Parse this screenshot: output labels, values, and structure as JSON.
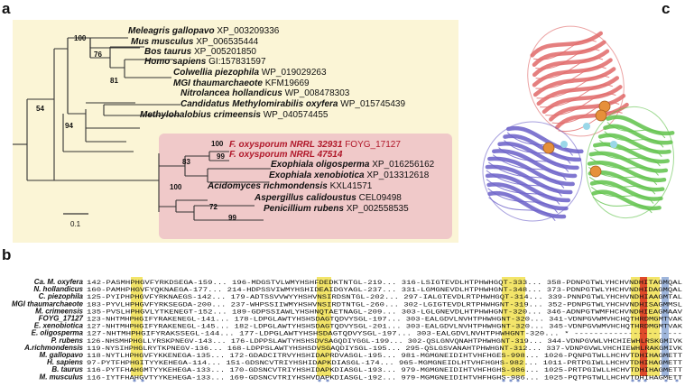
{
  "panels": {
    "a": "a",
    "b": "b",
    "c": "c"
  },
  "tree": {
    "scale_label": "0.1",
    "taxa": [
      {
        "species": "Meleagris gallopavo",
        "acc": "XP_003209336",
        "highlight": false
      },
      {
        "species": "Mus musculus",
        "acc": "XP_006535444",
        "highlight": false
      },
      {
        "species": "Bos taurus",
        "acc": "XP_005201850",
        "highlight": false
      },
      {
        "species": "Homo sapiens",
        "acc": "GI:157831597",
        "highlight": false
      },
      {
        "species": "Colwellia piezophila",
        "acc": "WP_019029263",
        "highlight": false
      },
      {
        "species": "MGI thaumarchaeote",
        "acc": "KFM19669",
        "highlight": false
      },
      {
        "species": "Nitrolancea hollandicus",
        "acc": "WP_008478303",
        "highlight": false
      },
      {
        "species": "Candidatus Methylomirabilis oxyfera",
        "acc": "WP_015745439",
        "highlight": false
      },
      {
        "species": "Methylohalobius crimeensis",
        "acc": "WP_040574455",
        "highlight": false
      },
      {
        "species": "F. oxysporum NRRL 32931",
        "acc": "FOYG_17127",
        "highlight": true
      },
      {
        "species": "F. oxysporum NRRL 47514",
        "acc": "",
        "highlight": true
      },
      {
        "species": "Exophiala oligosperma",
        "acc": "XP_016256162",
        "highlight": false
      },
      {
        "species": "Exophiala xenobiotica",
        "acc": "XP_013312618",
        "highlight": false
      },
      {
        "species": "Acidomyces richmondensis",
        "acc": "KXL41571",
        "highlight": false
      },
      {
        "species": "Aspergillus calidoustus",
        "acc": "CEL09498",
        "highlight": false
      },
      {
        "species": "Penicillium rubens",
        "acc": "XP_002558535",
        "highlight": false
      }
    ],
    "bootstrap": [
      "100",
      "76",
      "81",
      "94",
      "54",
      "100",
      "83",
      "99",
      "100",
      "72",
      "99"
    ]
  },
  "alignment": {
    "rows": [
      {
        "name": "Ca. M. oxyfera",
        "seq": "142-PASMHPHGVFYRKDSEGA-159... 196-MDGSTVLWMYHSHFDEDKTNTGL-219... 316-LSIGTEVDLHTPHWHGQT-333... 358-PDNPGTWLYHCHVNDHITAGMQAL"
      },
      {
        "name": "N. hollandicus",
        "seq": "160-PAMHPHGVFYQKNAEGA-177... 214-HDPSSVIWMYHSHIDEAIDGYAGL-237... 331-LGMGNEVDLHTPHWHGNT-348... 373-PDNPGTWLYHCHVNDHIDAGMQAL"
      },
      {
        "name": "C. piezophila",
        "seq": "125-PYIPHPHGVFYRKNAEGS-142... 179-ADTSSVVWYYHSHVNSIRDSNTGL-202... 297-IALGTEVDLRTPHWHGQT-314... 339-PNNPGTWLYHCHVNDHIAAGMTAL"
      },
      {
        "name": "MGI thaumarchaeote",
        "seq": "183-PYVLHPHGVFYRKSEGDA-200... 237-WHPSSIIWMYHSHVNSIRDTNTGL-260... 302-LGIGTEVDLRTPHWHGNT-319... 352-PDNPGTWLYHCHVNDHISAGMMSL"
      },
      {
        "name": "M. crimeensis",
        "seq": "135-PVSLHPHGVLYTKENEGT-152... 189-GDPSSIAWLYHSHNQTAETNAGL-209... 303-LGLGNEVDLHTPHWHGNT-320... 346-ADNPGTWMFHCHVNDHIEAGMAAV"
      },
      {
        "name": "FOYG_17127",
        "seq": "123-NHTMHPHGIFYRAKENEGL-141... 178-LDPGLAWTYHSHSDAGTQDVYSGL-197... 303-EALGDVLNVHTPHWHGNT-320... 341-VDNPGVWMVHCHQTHRDMGMTVAK"
      },
      {
        "name": "E. xenobiotica",
        "seq": "127-NHTMHPHGIFYRAKENEGL-145... 182-LDPGLAWTYHSHSDAGTQDVYSGL-201... 303-EALGDVLNVHTPHWHGNT-320... 345-VDNPGVWMVHCHQTHRDMGMTVAK"
      },
      {
        "name": "E. oligosperma",
        "seq": "127-NHTMHPHGIFYRAKSSEGL-144... 177-LDPGLAWTYHSHSDAGTQDVYSGL-197... 303-EALGDVLNVHTPHWHGNT-320... * ----------------------"
      },
      {
        "name": "P. rubens",
        "seq": "126-NHSMHPHGLLYRSKPNEGV-143... 176-LDPPSLAWTYHSHSDVSAGQDIYGGL-199... 302-QSLGNVQNAHTPHWHGNT-319... 344-VDNPGVWLVHCHIEWHLRSKGMIVK"
      },
      {
        "name": "A.richmondensis",
        "seq": "119-NYSIHPHGLRYTKPNEGV-136... 168-LDPPSLAWTYHSHSDVSGAQDIYSGL-195... 295-QSLGSVANAHTPHWHGNT-312... 337-VDNPGVWLVHCHIEWHLRAKGMIVK"
      },
      {
        "name": "M. gallopavo",
        "seq": "118-NYTLHPHGVFYKKENEGA-135... 172-GDADCITRVYHSHIDAPRDVASGL-195... 981-MGMGNEIDIHTVHFHGES-998... 1026-PQNPGTWLLHCHVTDHIHAGMETT"
      },
      {
        "name": "H. sapiens",
        "seq": "97-PYTFHPHGITYYKEHEGA-114... 151-GDSNCVTRIYHSHIDAPKDIASGL-174... 965-MGMGNEIDLHTVHFHGHS-982... 1011-PRTPGIWLLHCHVTDHIHAGMETT"
      },
      {
        "name": "B. taurus",
        "seq": "116-PYTFHAHGMTYYKEHEGA-133... 170-GDSNCVTRIYHSHIDAPKDIASGL-193... 979-MGMGNEIDIHTVHFHGHS-986... 1025-PRTPGIWLLHCHVTDHIHAGMETT"
      },
      {
        "name": "M. musculus",
        "seq": "116-IYTFHAHGVTYYKEHEGA-133... 169-GDSNCVTRIYHSHVDAPKDIASGL-192... 979-MGMGNEIDIHTVHFHGHS-986... 1025-PQTPGTWLLHCHVTDHIHAGMETT"
      }
    ],
    "stars": [
      "*",
      "*",
      "*",
      "*",
      "*",
      "*",
      "*",
      "*",
      "*",
      "*",
      "*",
      "*"
    ],
    "colors": {
      "yellow": "#f3e56a",
      "red": "#e04b2a",
      "blue": "#9fb6dc"
    }
  },
  "structure": {
    "colors": {
      "chain_a": "#e06868",
      "chain_b": "#6a5fc8",
      "chain_c": "#5fc24a",
      "ligand": "#e6903a",
      "ion": "#9ad7e8"
    }
  }
}
